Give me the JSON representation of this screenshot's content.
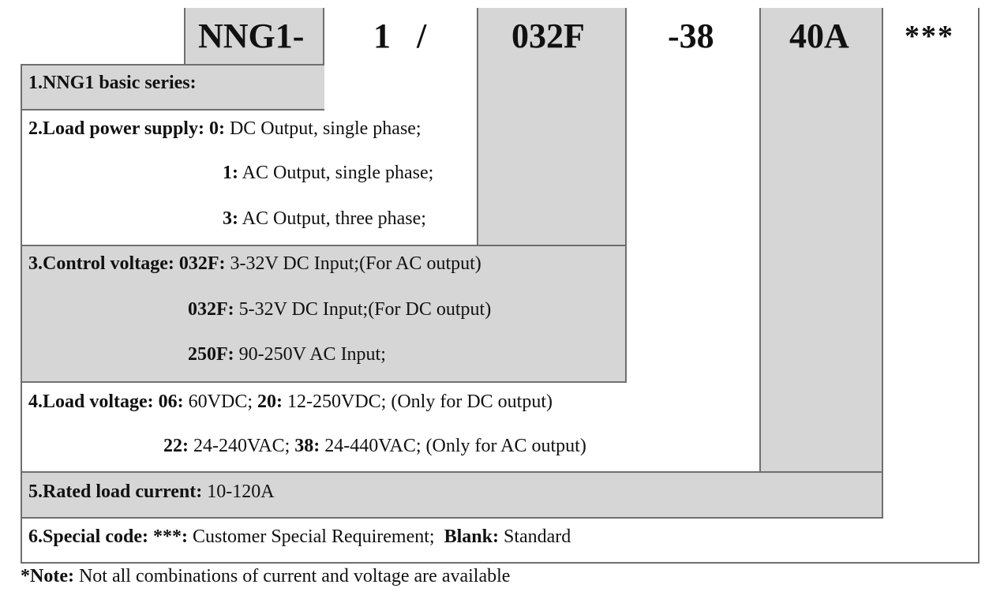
{
  "code": {
    "part1": "NNG1-",
    "part2": "1",
    "slash": "/",
    "part3": "032F",
    "part4": "-38",
    "part5": "40A",
    "part6": "***"
  },
  "sections": {
    "s1": {
      "title": "1.NNG1 basic series:"
    },
    "s2": {
      "title": "2.Load power supply:",
      "opt0_code": "0:",
      "opt0_text": " DC Output, single phase;",
      "opt1_code": "1:",
      "opt1_text": " AC Output, single phase;",
      "opt3_code": "3:",
      "opt3_text": " AC Output, three phase;"
    },
    "s3": {
      "title": "3.Control voltage:",
      "a_code": "032F:",
      "a_text": " 3-32V DC Input;(For AC output)",
      "b_code": "032F:",
      "b_text": " 5-32V DC Input;(For DC output)",
      "c_code": "250F:",
      "c_text": " 90-250V AC Input;"
    },
    "s4": {
      "title": "4.Load voltage:",
      "a_code": "06:",
      "a_text": " 60VDC; ",
      "b_code": "20:",
      "b_text": " 12-250VDC; (Only for DC output)",
      "c_code": "22:",
      "c_text": " 24-240VAC; ",
      "d_code": "38:",
      "d_text": " 24-440VAC; (Only for AC output)"
    },
    "s5": {
      "title": "5.Rated load current:",
      "text": " 10-120A"
    },
    "s6": {
      "title": "6.Special code:",
      "a_code": "***:",
      "a_text": " Customer Special Requirement;  ",
      "b_code": "Blank:",
      "b_text": " Standard"
    }
  },
  "note": {
    "label": "*Note:",
    "text": " Not all combinations of current and voltage are available"
  },
  "colors": {
    "gray_fill": "#d6d6d6",
    "border": "#6f6f6f"
  }
}
